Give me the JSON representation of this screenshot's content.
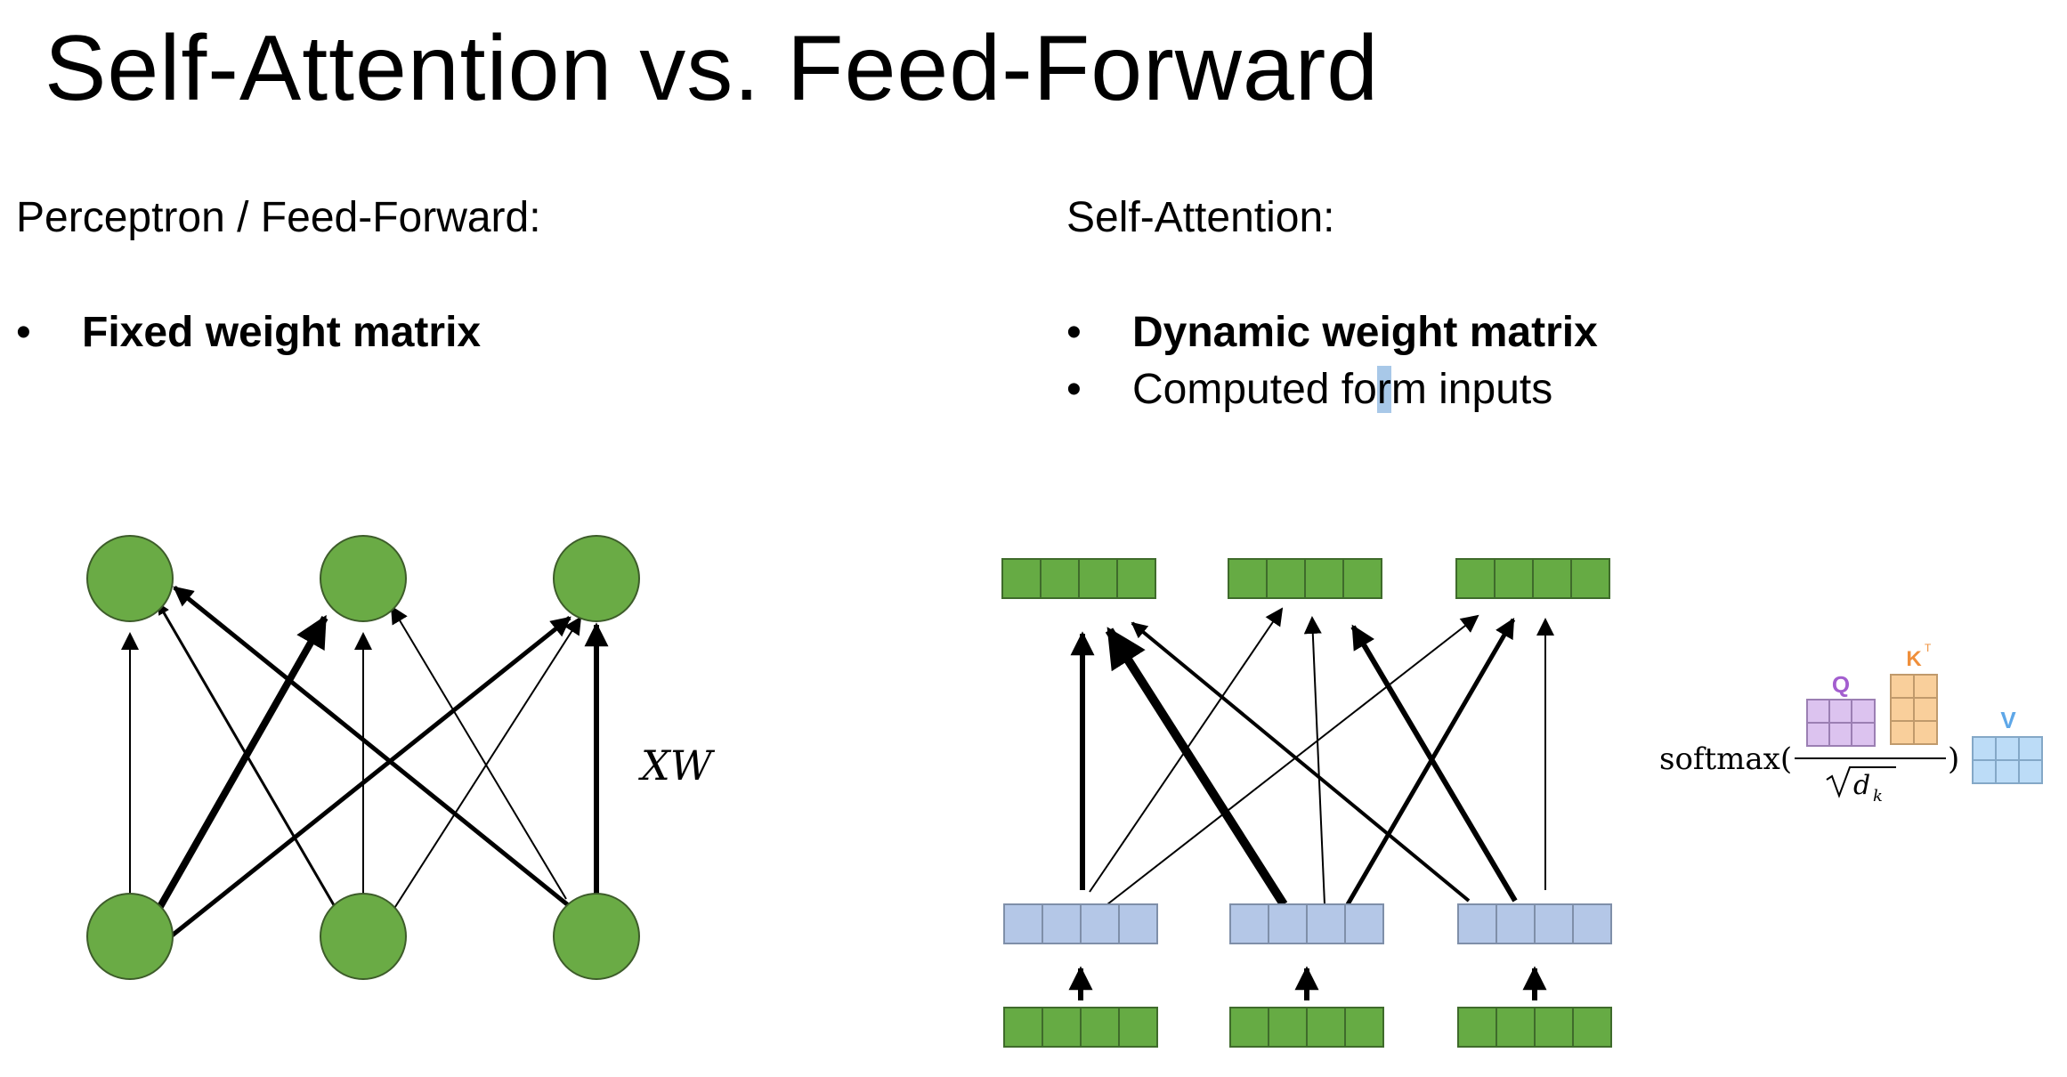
{
  "slide": {
    "title": "Self-Attention vs. Feed-Forward"
  },
  "left": {
    "heading": "Perceptron / Feed-Forward:",
    "bullets": [
      {
        "text": "Fixed weight matrix",
        "bold": true
      }
    ],
    "formula_label": "XW"
  },
  "right": {
    "heading": "Self-Attention:",
    "bullets": [
      {
        "text": "Dynamic weight matrix",
        "bold": true
      },
      {
        "pre": "Computed fo",
        "highlight": "r",
        "post": "m inputs",
        "bold": false
      }
    ]
  },
  "formula": {
    "prefix": "softmax(",
    "suffix": ")",
    "q_label": "Q",
    "k_label": "K",
    "k_superscript": "T",
    "v_label": "V",
    "denominator": "d",
    "denominator_sub": "k"
  },
  "colors": {
    "node_green": "#6aab45",
    "node_stroke": "#3d5c2a",
    "vector_green": "#66ab44",
    "vector_blue": "#b4c7e7",
    "vector_blue_stroke": "#7f8fa9",
    "q_purple": "#dcc3ef",
    "q_label": "#a35ecf",
    "k_orange": "#f9cf9b",
    "k_label": "#ef8f3b",
    "v_blue": "#bcdcf7",
    "v_label": "#5ea7e8"
  }
}
